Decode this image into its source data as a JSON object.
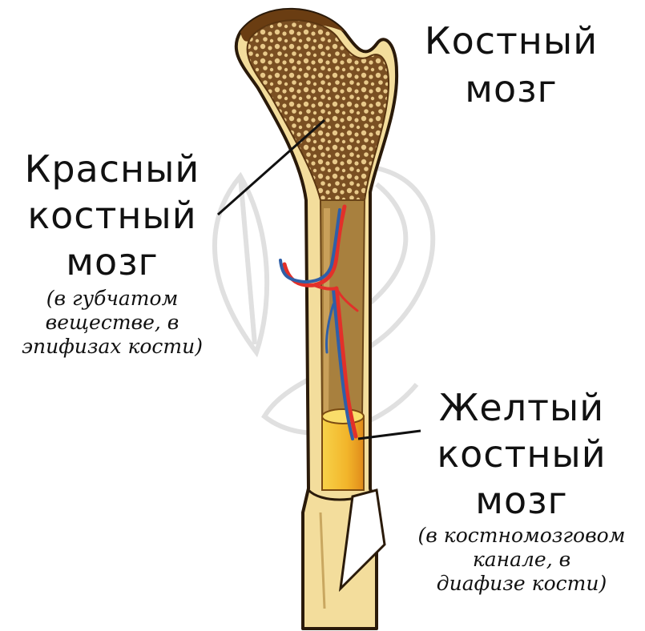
{
  "title": {
    "line1": "Костный",
    "line2": "мозг"
  },
  "red_marrow": {
    "line1": "Красный",
    "line2": "костный",
    "line3": "мозг",
    "note_line1": "(в губчатом",
    "note_line2": "веществе, в",
    "note_line3": "эпифизах кости)"
  },
  "yellow_marrow": {
    "line1": "Желтый",
    "line2": "костный",
    "line3": "мозг",
    "note_line1": "(в костномозговом",
    "note_line2": "канале, в",
    "note_line3": "диафизе кости)"
  },
  "colors": {
    "bone": "#f3dd9c",
    "bone_outline": "#2a1a0a",
    "spongy": "#c9a56a",
    "marrow_cavity": "#b08a4a",
    "yellow_marrow": "#f6c23a",
    "artery": "#e2302a",
    "vein": "#2f5fa8",
    "watermark": "#dcdcdc"
  }
}
